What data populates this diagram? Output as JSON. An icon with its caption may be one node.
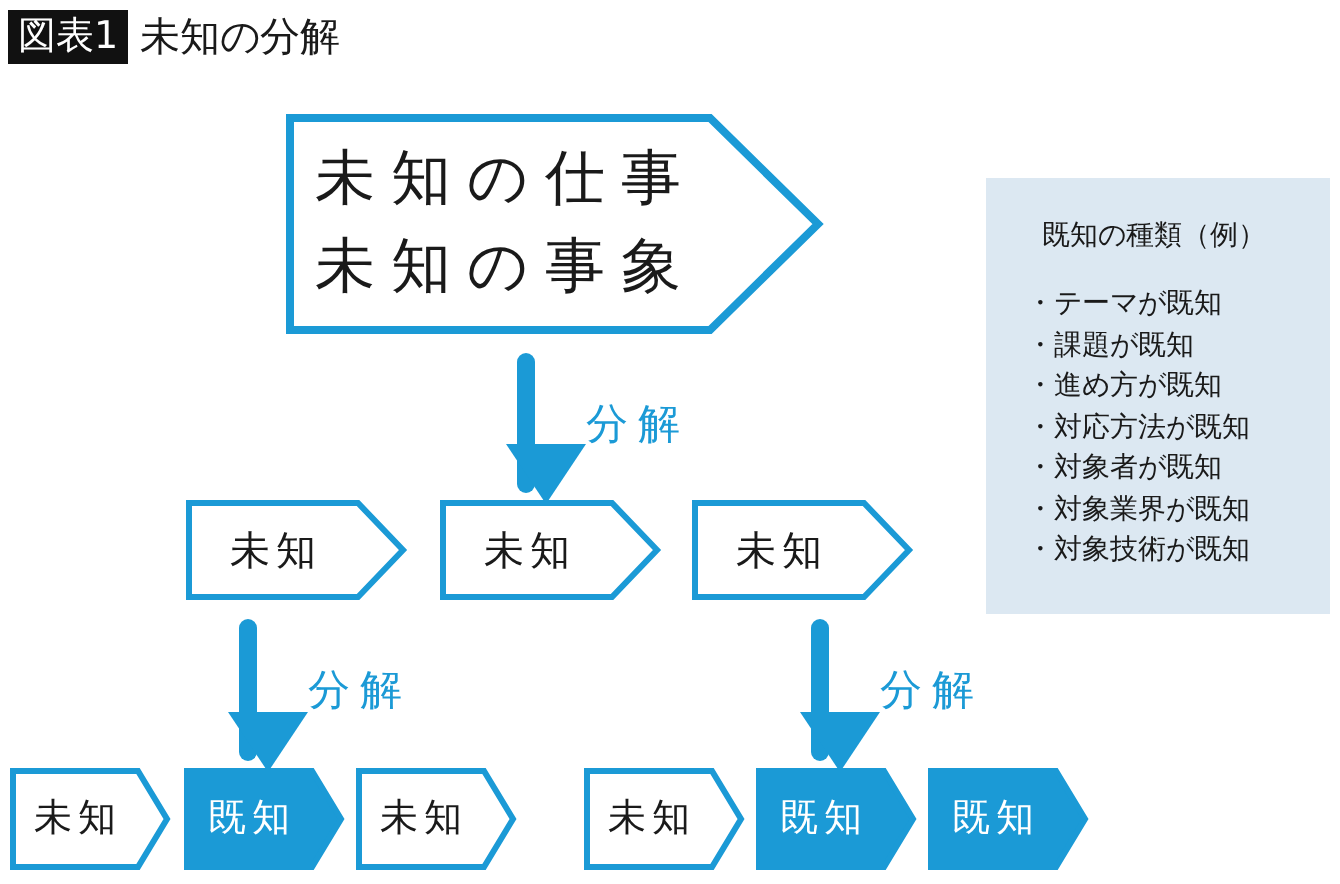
{
  "diagram": {
    "title": "未知の分解",
    "nodes": [
      {
        "text": [
          "未知の仕事",
          "未知の事象"
        ]
      },
      {
        "text": [
          "未知"
        ]
      },
      {
        "text": [
          "未知"
        ]
      },
      {
        "text": [
          "未知"
        ]
      },
      {
        "text": [
          "未知"
        ]
      },
      {
        "text": [
          "既知"
        ]
      },
      {
        "text": [
          "未知"
        ]
      },
      {
        "text": [
          "未知"
        ]
      },
      {
        "text": [
          "既知"
        ]
      },
      {
        "text": [
          "既知"
        ]
      },
      {
        "text": [
          "既知の種類（例）",
          "・テーマが既知",
          "・課題が既知",
          "・進め方が既知",
          "・対応方法が既知",
          "・対象者が既知",
          "・対象業界が既知",
          "・対象技術が既知"
        ]
      }
    ],
    "edges": [
      {
        "from": 0,
        "to": 2,
        "arrow": "to",
        "label": "分解"
      },
      {
        "from": 1,
        "to": 5,
        "arrow": "to",
        "label": "分解"
      },
      {
        "from": 3,
        "to": 8,
        "arrow": "to",
        "label": "分解"
      }
    ],
    "labels": [
      "図表1"
    ]
  }
}
